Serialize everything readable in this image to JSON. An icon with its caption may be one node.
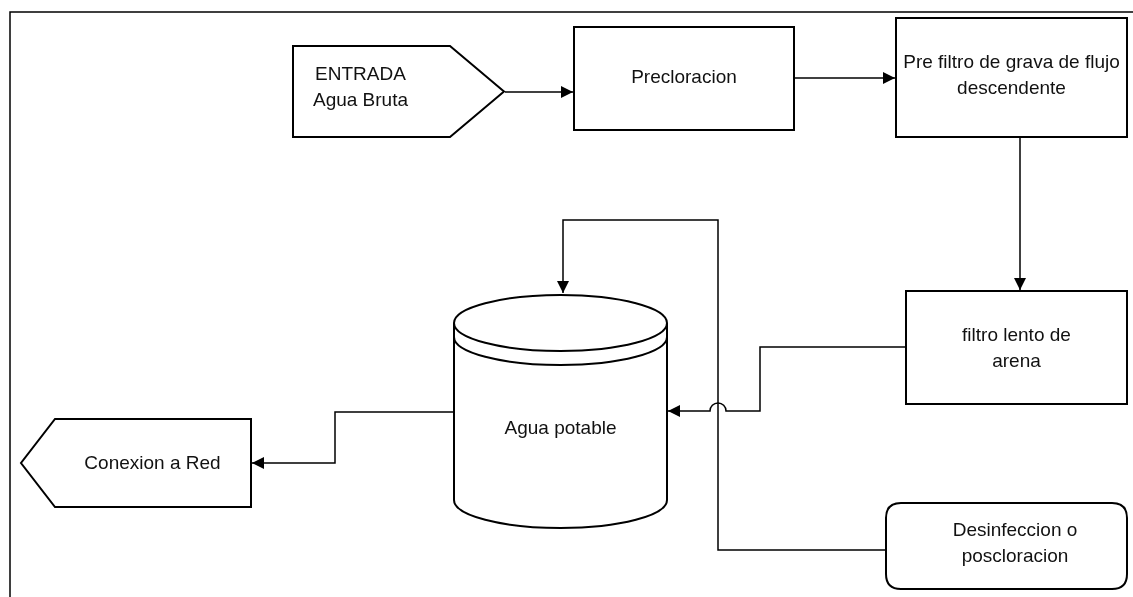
{
  "diagram": {
    "nodes": [
      {
        "text": [
          "ENTRADA Agua Bruta"
        ]
      },
      {
        "text": [
          "Precloracion"
        ]
      },
      {
        "text": [
          "Pre filtro de grava de flujo descendente"
        ]
      },
      {
        "text": [
          "filtro lento de arena"
        ]
      },
      {
        "text": [
          "Agua potable"
        ]
      },
      {
        "text": [
          "Conexion a Red"
        ]
      },
      {
        "text": [
          "Desinfeccion o poscloracion"
        ]
      }
    ],
    "edges": [
      {
        "from": 0,
        "to": 1,
        "arrow": "to"
      },
      {
        "from": 1,
        "to": 2,
        "arrow": "to"
      },
      {
        "from": 2,
        "to": 3,
        "arrow": "to"
      },
      {
        "from": 3,
        "to": 4,
        "arrow": "to"
      },
      {
        "from": 6,
        "to": 4,
        "arrow": "to"
      },
      {
        "from": 4,
        "to": 5,
        "arrow": "to"
      }
    ]
  }
}
